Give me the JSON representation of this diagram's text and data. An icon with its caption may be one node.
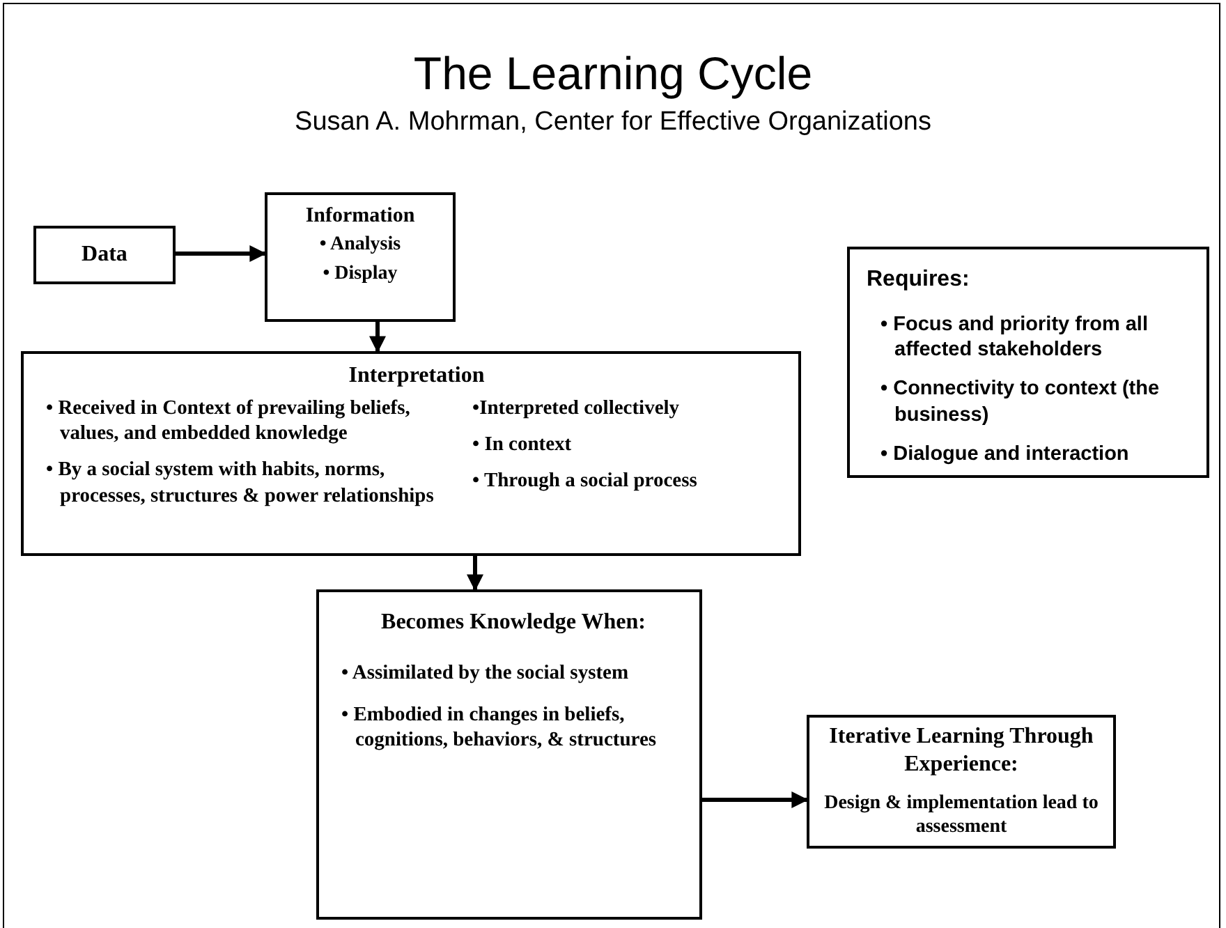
{
  "diagram": {
    "title": "The Learning Cycle",
    "nodes": [
      {
        "text": [
          "Data"
        ]
      },
      {
        "text": [
          "Information",
          "• Analysis",
          "• Display"
        ]
      },
      {
        "text": [
          "Interpretation",
          "• Received in Context of prevailing beliefs, values, and embedded knowledge",
          "• By a social system with habits, norms, processes, structures & power relationships",
          "•Interpreted collectively",
          "• In context",
          "• Through a social process"
        ]
      },
      {
        "text": [
          "Becomes Knowledge When:",
          "• Assimilated by the social system",
          "• Embodied in changes in beliefs, cognitions, behaviors, & structures"
        ]
      },
      {
        "text": [
          "Iterative Learning Through Experience:",
          "Design & implementation lead to assessment"
        ]
      },
      {
        "text": [
          "Requires:",
          "• Focus and priority from all affected stakeholders",
          "• Connectivity to context (the business)",
          "• Dialogue and interaction"
        ]
      }
    ],
    "edges": [
      {
        "from": 0,
        "to": 1,
        "arrow": "to"
      },
      {
        "from": 1,
        "to": 2,
        "arrow": "to"
      },
      {
        "from": 2,
        "to": 3,
        "arrow": "to"
      },
      {
        "from": 3,
        "to": 4,
        "arrow": "to"
      }
    ],
    "labels": [
      "Susan A. Mohrman, Center for Effective Organizations"
    ]
  }
}
